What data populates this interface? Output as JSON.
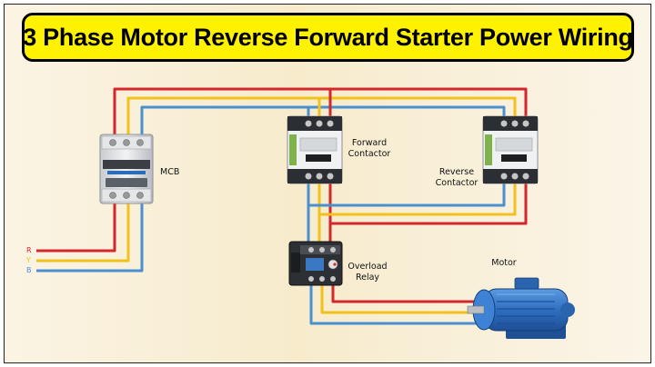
{
  "title": "3 Phase Motor Reverse Forward Starter Power Wiring",
  "labels": {
    "mcb": "MCB",
    "forward_contactor_line1": "Forward",
    "forward_contactor_line2": "Contactor",
    "reverse_contactor_line1": "Reverse",
    "reverse_contactor_line2": "Contactor",
    "overload_relay_line1": "Overload",
    "overload_relay_line2": "Relay",
    "motor": "Motor"
  },
  "phases": [
    {
      "label": "R",
      "color": "#d4262c"
    },
    {
      "label": "Y",
      "color": "#f2c11a"
    },
    {
      "label": "B",
      "color": "#4a90d0"
    }
  ],
  "colors": {
    "title_background": "#fff200",
    "wire_red": "#d4262c",
    "wire_yellow": "#f2c11a",
    "wire_blue": "#4a90d0",
    "motor_body": "#2f6fc0"
  }
}
